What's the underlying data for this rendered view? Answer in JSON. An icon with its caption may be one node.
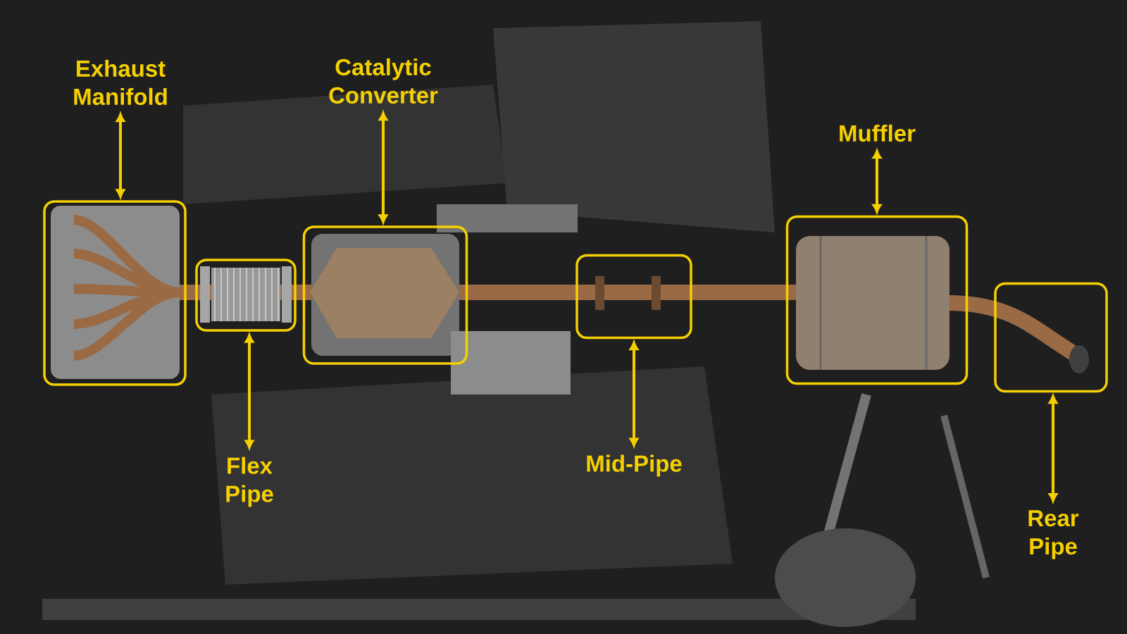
{
  "diagram": {
    "nodes": [
      {
        "text": [
          "Exhaust Manifold"
        ]
      },
      {
        "text": [
          "Catalytic Converter"
        ]
      },
      {
        "text": [
          "Muffler"
        ]
      },
      {
        "text": [],
        "shape": "box"
      },
      {
        "text": [],
        "shape": "box"
      },
      {
        "text": [],
        "shape": "box"
      },
      {
        "text": [],
        "shape": "box"
      },
      {
        "text": [],
        "shape": "box"
      },
      {
        "text": [],
        "shape": "box"
      },
      {
        "text": [
          "Flex Pipe"
        ]
      },
      {
        "text": [
          "Mid-Pipe"
        ]
      },
      {
        "text": [
          "Rear Pipe"
        ]
      }
    ],
    "edges": [
      {
        "from": 0,
        "to": 3,
        "arrow": "both"
      },
      {
        "from": 1,
        "to": 5,
        "arrow": "both"
      },
      {
        "from": 2,
        "to": 7,
        "arrow": "both"
      },
      {
        "from": 9,
        "to": 4,
        "arrow": "both"
      },
      {
        "from": 10,
        "to": 6,
        "arrow": "both"
      },
      {
        "from": 11,
        "to": 8,
        "arrow": "both"
      }
    ]
  }
}
